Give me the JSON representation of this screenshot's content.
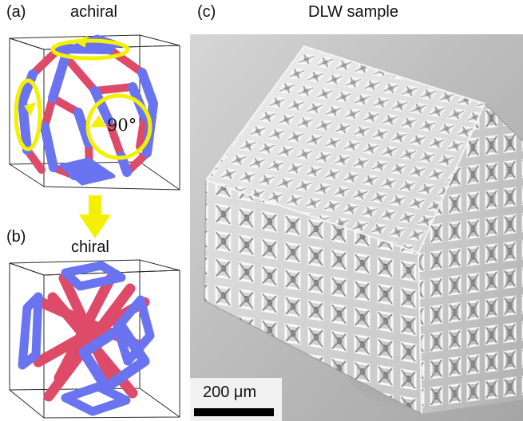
{
  "figure": {
    "panel_a_label": "(a)",
    "panel_a_title": "achiral",
    "panel_a_angle": "90°",
    "panel_b_label": "(b)",
    "panel_b_title": "chiral",
    "panel_c_label": "(c)",
    "panel_c_title": "DLW sample",
    "scale_bar": "200 μm"
  },
  "colors": {
    "red": "#dd4b68",
    "blue": "#6b74f0",
    "yellow": "#f3f000",
    "outline": "#2a2a2a",
    "sem_dark": "#8e8e8e",
    "sem_light": "#f4f4f4",
    "sem_mid": "#c7c7c7"
  },
  "icons": {
    "arrow": "down-arrow",
    "rotation": "rotation-arrow"
  }
}
